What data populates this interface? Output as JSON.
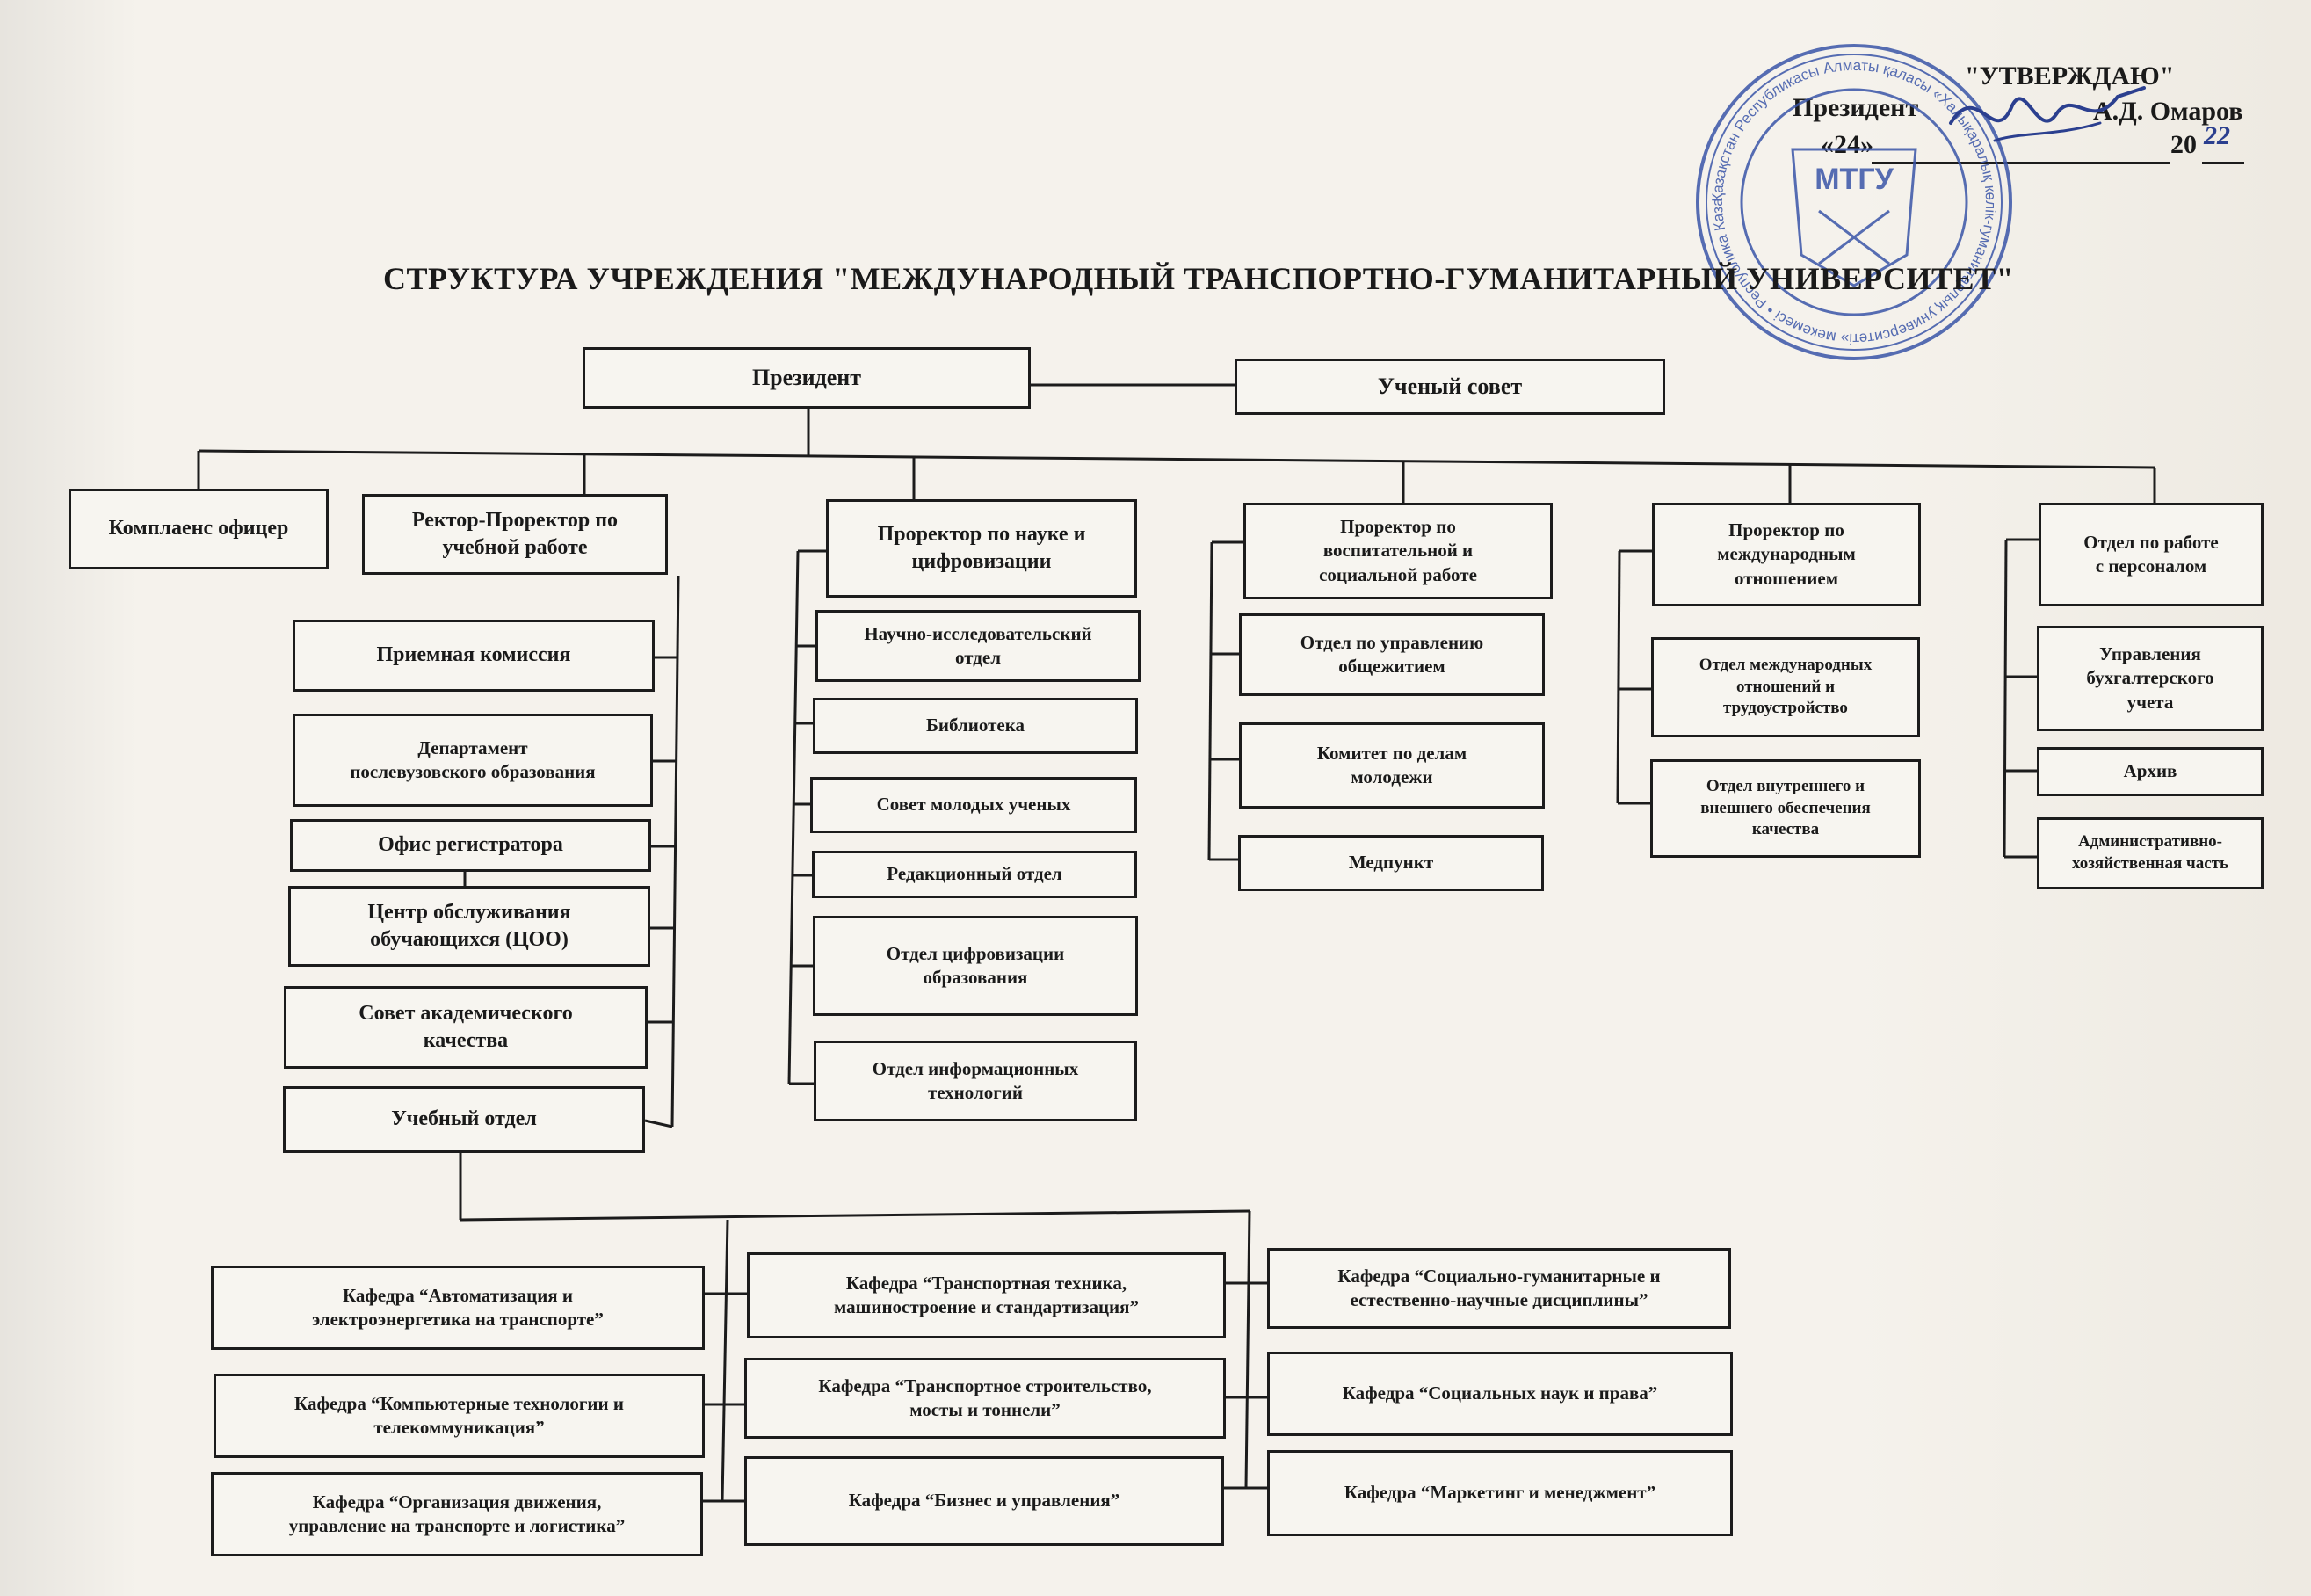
{
  "approval": {
    "approve_label": "\"УТВЕРЖДАЮ\"",
    "position": "Президент",
    "signer": "А.Д. Омаров",
    "date_day": "«24»",
    "year_prefix": "20",
    "year_suffix": "22",
    "stamp_text": "Қазақстан Республикасы Алматы қаласы «Халықаралық көлік-гуманитарлық университеті» мекемесі • Республика Казахстан г. Алматы Учреждение «Международный транспортно-гуманитарный университет»",
    "stamp_logo": "МТГУ"
  },
  "title": "СТРУКТУРА УЧРЕЖДЕНИЯ \"МЕЖДУНАРОДНЫЙ ТРАНСПОРТНО-ГУМАНИТАРНЫЙ УНИВЕРСИТЕТ\"",
  "top": {
    "president": "Президент",
    "council": "Ученый совет"
  },
  "level1": {
    "compliance": "Комплаенс офицер",
    "rector": "Ректор-Проректор по\nучебной работе",
    "science": "Проректор по науке и\nцифровизации",
    "education": "Проректор по\nвоспитательной и\nсоциальной работе",
    "international": "Проректор по\nмеждународным\nотношением",
    "hr": "Отдел по работе\nс персоналом"
  },
  "rector_units": [
    "Приемная комиссия",
    "Департамент\nпослевузовского образования",
    "Офис регистратора",
    "Центр обслуживания\nобучающихся (ЦОО)",
    "Совет академического\nкачества",
    "Учебный отдел"
  ],
  "science_units": [
    "Научно-исследовательский\nотдел",
    "Библиотека",
    "Совет молодых ученых",
    "Редакционный отдел",
    "Отдел цифровизации\nобразования",
    "Отдел информационных\nтехнологий"
  ],
  "education_units": [
    "Отдел по управлению\nобщежитием",
    "Комитет по делам\nмолодежи",
    "Медпункт"
  ],
  "international_units": [
    "Отдел международных\nотношений и\nтрудоустройство",
    "Отдел внутреннего и\nвнешнего обеспечения\nкачества"
  ],
  "hr_units": [
    "Управления\nбухгалтерского\nучета",
    "Архив",
    "Административно-\nхозяйственная часть"
  ],
  "departments": [
    "Кафедра “Автоматизация и\nэлектроэнергетика на транспорте”",
    "Кафедра “Компьютерные технологии и\nтелекоммуникация”",
    "Кафедра “Организация движения,\nуправление на транспорте и логистика”",
    "Кафедра “Транспортная техника,\nмашиностроение и стандартизация”",
    "Кафедра “Транспортное строительство,\nмосты и тоннели”",
    "Кафедра “Бизнес и управления”",
    "Кафедра “Социально-гуманитарные и\nестественно-научные дисциплины”",
    "Кафедра “Социальных наук и права”",
    "Кафедра “Маркетинг и менеджмент”"
  ],
  "colors": {
    "stamp_ink": "#3a55a8",
    "signature_ink": "#2b3f8f",
    "line": "#1c1c1c",
    "paper": "#f5f2ec"
  }
}
